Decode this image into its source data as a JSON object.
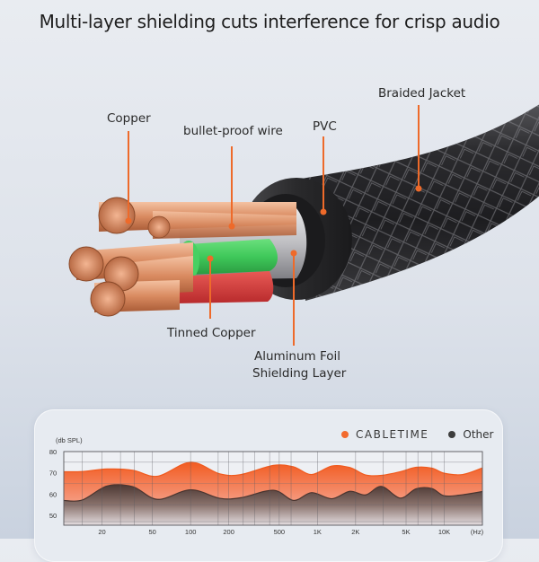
{
  "header": {
    "subtitle": "Multi-layer shielding cuts interference for crisp audio"
  },
  "callouts": {
    "copper": "Copper",
    "bullet_proof_wire": "bullet-proof wire",
    "pvc": "PVC",
    "braided_jacket": "Braided Jacket",
    "tinned_copper": "Tinned Copper",
    "aluminum_foil_line1": "Aluminum Foil",
    "aluminum_foil_line2": "Shielding Layer"
  },
  "colors": {
    "accent": "#f26a2e",
    "other": "#3d3d3d",
    "callout_line": "#ee6a2a",
    "copper": "#d98a60",
    "green_insulation": "#3fc85a",
    "red_insulation": "#d8383a",
    "jacket": "#2b2b2d"
  },
  "chart_data": {
    "type": "area",
    "title": "",
    "ylabel": "(db SPL)",
    "xlabel": "(Hz)",
    "ylim": [
      45,
      80
    ],
    "yticks": [
      80,
      70,
      60,
      50
    ],
    "xscale": "log",
    "xlim": [
      10,
      20000
    ],
    "xtick_labels": [
      "20",
      "50",
      "100",
      "200",
      "500",
      "1K",
      "2K",
      "5K",
      "10K",
      "(Hz)"
    ],
    "xtick_values": [
      20,
      50,
      100,
      200,
      500,
      1000,
      2000,
      5000,
      10000
    ],
    "grid": true,
    "legend": {
      "position": "top-right",
      "entries": [
        "CABLETIME",
        "Other"
      ]
    },
    "x": [
      10,
      14,
      22,
      35,
      55,
      100,
      170,
      250,
      450,
      650,
      900,
      1300,
      1800,
      2400,
      3200,
      4500,
      6000,
      8000,
      10000,
      14000,
      20000
    ],
    "series": [
      {
        "name": "CABLETIME",
        "values": [
          70.5,
          70.6,
          71.8,
          71.2,
          68.4,
          75.0,
          69.5,
          69.2,
          73.5,
          72.8,
          69.2,
          73.2,
          72.5,
          69.0,
          68.8,
          70.5,
          72.6,
          72.2,
          69.8,
          69.2,
          72.3
        ]
      },
      {
        "name": "Other",
        "values": [
          57.0,
          57.2,
          63.8,
          63.5,
          57.5,
          62.0,
          58.0,
          58.3,
          61.8,
          57.0,
          60.7,
          57.8,
          61.3,
          59.6,
          63.6,
          58.1,
          62.5,
          62.6,
          59.2,
          59.7,
          61.2
        ]
      }
    ]
  }
}
